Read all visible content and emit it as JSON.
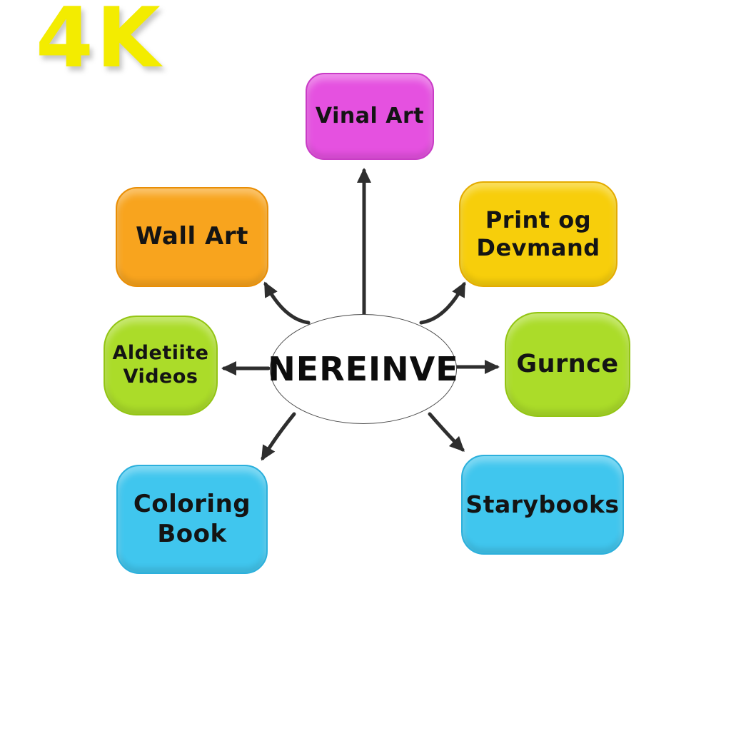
{
  "title_badge": {
    "label": "4K",
    "color": "#f3ec00"
  },
  "center_node": {
    "label": "NEREINVE",
    "fill": "#ffffff",
    "border_color": "#4a4a4a"
  },
  "nodes": [
    {
      "id": "vinal-art",
      "label": "Vinal Art",
      "fill": "#e551e0",
      "border_color": "#c93cc6"
    },
    {
      "id": "wall-art",
      "label": "Wall Art",
      "fill": "#f8a41e",
      "border_color": "#e98e05"
    },
    {
      "id": "print-og-devmand",
      "label": "Print og\nDevmand",
      "fill": "#f7ce0b",
      "border_color": "#e4ab00"
    },
    {
      "id": "adetiite-videos",
      "label": "Aldetiite\nVideos",
      "fill": "#abdc29",
      "border_color": "#93c513"
    },
    {
      "id": "gurnce",
      "label": "Gurnce",
      "fill": "#abdc29",
      "border_color": "#93c513"
    },
    {
      "id": "coloring-book",
      "label": "Coloring\nBook",
      "fill": "#40c6ee",
      "border_color": "#2cb0dc"
    },
    {
      "id": "starybooks",
      "label": "Starybooks",
      "fill": "#40c6ee",
      "border_color": "#2cb0dc"
    }
  ],
  "arrow_color": "#2e2e2e"
}
